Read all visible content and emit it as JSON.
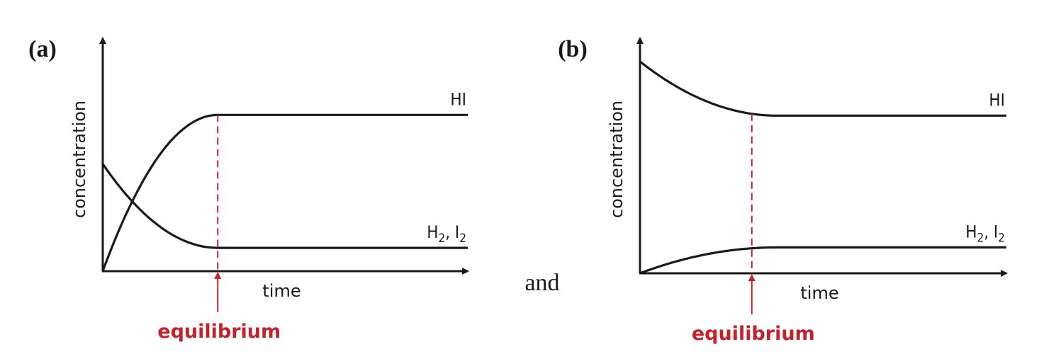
{
  "connector_text": "and",
  "colors": {
    "axis": "#1a1a1a",
    "curve": "#1a1a1a",
    "equilibrium": "#c8202a"
  },
  "chart_data": [
    {
      "type": "line",
      "panel_label": "(a)",
      "xlabel": "time",
      "ylabel": "concentration",
      "xlim": [
        0,
        10
      ],
      "ylim": [
        0,
        10
      ],
      "grid": false,
      "equilibrium_label": "equilibrium",
      "equilibrium_time": 3.2,
      "series": [
        {
          "name": "HI",
          "label_main": "HI",
          "start": 0,
          "plateau": 6.7,
          "plateau_time": 3.2
        },
        {
          "name": "H2, I2",
          "label_main": "H",
          "label_sub1": "2",
          "label_mid": ", I",
          "label_sub2": "2",
          "start": 4.6,
          "plateau": 1.0,
          "plateau_time": 3.2
        }
      ]
    },
    {
      "type": "line",
      "panel_label": "(b)",
      "xlabel": "time",
      "ylabel": "concentration",
      "xlim": [
        0,
        10
      ],
      "ylim": [
        0,
        10
      ],
      "grid": false,
      "equilibrium_label": "equilibrium",
      "equilibrium_time": 3.1,
      "series": [
        {
          "name": "HI",
          "label_main": "HI",
          "start": 9.0,
          "plateau": 6.7,
          "plateau_time": 3.8
        },
        {
          "name": "H2, I2",
          "label_main": "H",
          "label_sub1": "2",
          "label_mid": ", I",
          "label_sub2": "2",
          "start": 0,
          "plateau": 1.1,
          "plateau_time": 3.8
        }
      ]
    }
  ]
}
